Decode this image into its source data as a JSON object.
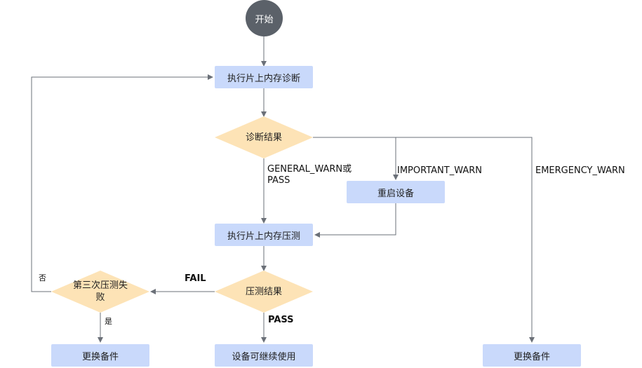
{
  "nodes": {
    "start": "开始",
    "diagnose": "执行片上内存诊断",
    "diag_result": "诊断结果",
    "restart": "重启设备",
    "stress_test": "执行片上内存压测",
    "stress_result": "压测结果",
    "third_fail": "第三次压测失\n败",
    "replace_left": "更换备件",
    "continue_use": "设备可继续使用",
    "replace_right": "更换备件"
  },
  "edge_labels": {
    "general_or_pass": "GENERAL_WARN或\nPASS",
    "important_warn": "IMPORTANT_WARN",
    "emergency_warn": "EMERGENCY_WARN",
    "fail": "FAIL",
    "pass": "PASS",
    "no": "否",
    "yes": "是"
  },
  "colors": {
    "process_fill": "#c9d9fb",
    "decision_fill": "#fde3b6",
    "start_fill": "#5b6169",
    "edge": "#6b7078"
  }
}
